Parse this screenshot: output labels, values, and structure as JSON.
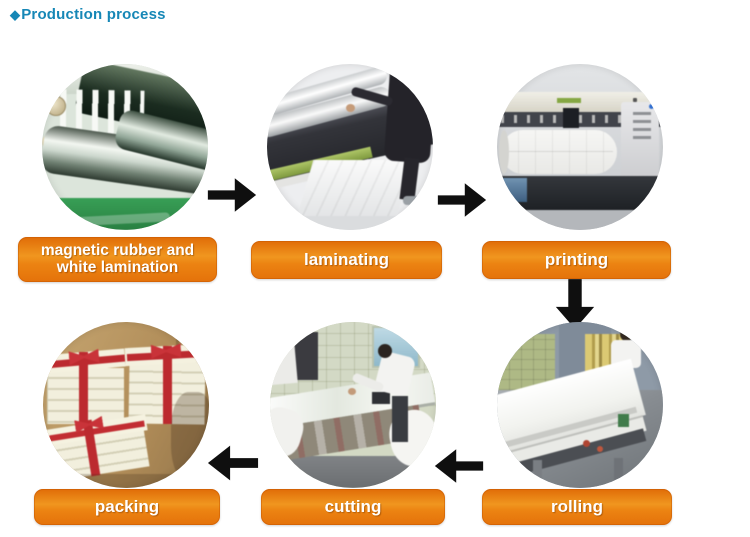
{
  "header": {
    "bullet": "◆",
    "title": "Production process"
  },
  "colors": {
    "title_blue": "#1687b6",
    "label_orange_top": "#e06c07",
    "label_orange_mid": "#f0961f",
    "label_orange_bottom": "#e4720a",
    "label_text": "#ffffff",
    "arrow_black": "#0f0f0f",
    "background": "#ffffff"
  },
  "steps": [
    {
      "id": "magnetic-rubber-white-lamination",
      "label": "magnetic rubber and white lamination",
      "photo": "magnetic-rubber-rolls-photo"
    },
    {
      "id": "laminating",
      "label": "laminating",
      "photo": "laminating-machine-photo"
    },
    {
      "id": "printing",
      "label": "printing",
      "photo": "printing-machine-photo"
    },
    {
      "id": "rolling",
      "label": "rolling",
      "photo": "rolling-machine-photo"
    },
    {
      "id": "cutting",
      "label": "cutting",
      "photo": "cutting-table-photo"
    },
    {
      "id": "packing",
      "label": "packing",
      "photo": "packed-boxes-photo"
    }
  ],
  "arrows": [
    {
      "name": "arrow-right-icon",
      "direction": "right",
      "from": "magnetic rubber and white lamination",
      "to": "laminating"
    },
    {
      "name": "arrow-right-icon",
      "direction": "right",
      "from": "laminating",
      "to": "printing"
    },
    {
      "name": "arrow-down-icon",
      "direction": "down",
      "from": "printing",
      "to": "rolling"
    },
    {
      "name": "arrow-left-icon",
      "direction": "left",
      "from": "rolling",
      "to": "cutting"
    },
    {
      "name": "arrow-left-icon",
      "direction": "left",
      "from": "cutting",
      "to": "packing"
    }
  ]
}
